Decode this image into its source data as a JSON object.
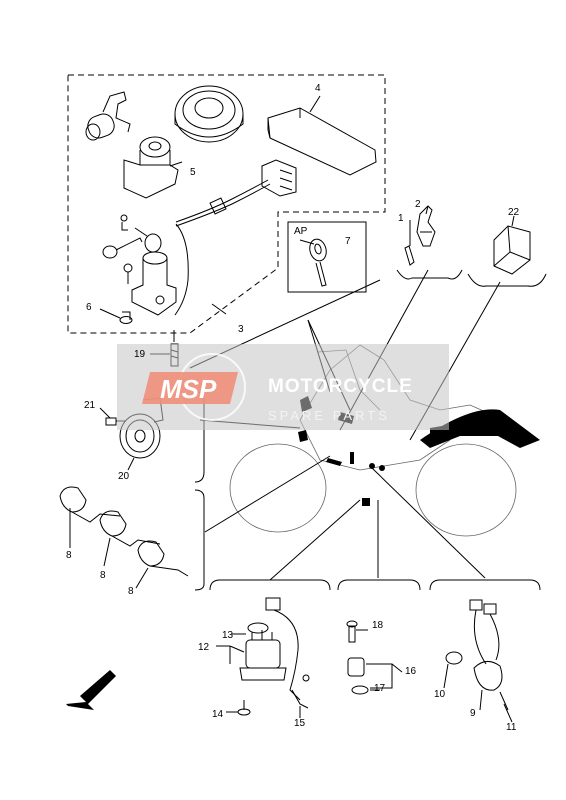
{
  "diagram": {
    "part_numbers": [
      "1",
      "2",
      "3",
      "4",
      "5",
      "6",
      "7",
      "8",
      "8",
      "8",
      "9",
      "10",
      "11",
      "12",
      "13",
      "14",
      "15",
      "16",
      "17",
      "18",
      "19",
      "20",
      "21",
      "22"
    ],
    "ap_box_label": "AP",
    "watermark": {
      "logo": "MSP",
      "title": "MOTORCYCLE",
      "subtitle": "SPARE PARTS"
    },
    "front_arrow": "arrow-front-icon"
  }
}
